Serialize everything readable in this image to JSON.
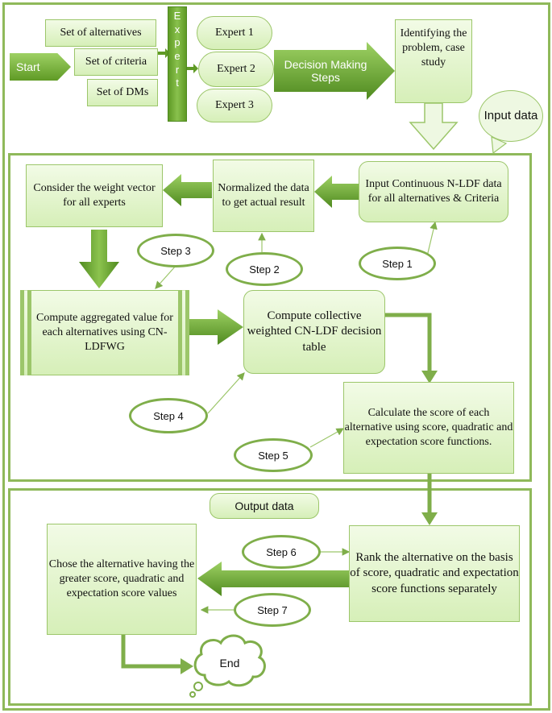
{
  "top": {
    "start": "Start",
    "inputs": [
      "Set of alternatives",
      "Set of criteria",
      "Set of DMs"
    ],
    "expert_bar_letters": [
      "E",
      "x",
      "p",
      "e",
      "r",
      "t"
    ],
    "experts": [
      "Expert 1",
      "Expert 2",
      "Expert 3"
    ],
    "decision_steps": "Decision Making Steps",
    "identify": "Identifying the problem, case study",
    "input_data": "Input data"
  },
  "middle": {
    "input_ldf": "Input Continuous N-LDF data for all alternatives & Criteria",
    "normalize": "Normalized the data to get actual result",
    "weight": "Consider the weight vector for all experts",
    "aggregate": "Compute aggregated value for each alternatives using CN-LDFWG",
    "collective": "Compute collective weighted CN-LDF decision table",
    "score": "Calculate the score of each alternative using score, quadratic and expectation score functions.",
    "steps": [
      "Step 1",
      "Step 2",
      "Step 3",
      "Step 4",
      "Step 5"
    ]
  },
  "bottom": {
    "output_data": "Output data",
    "rank": "Rank the alternative on the basis of score, quadratic and expectation score functions separately",
    "choose": "Chose the alternative having the greater score, quadratic and expectation score values",
    "end": "End",
    "steps": [
      "Step 6",
      "Step 7"
    ]
  },
  "colors": {
    "frame": "#8fb95a",
    "arrow_dark": "#5f9a25",
    "arrow_light": "#9fd065",
    "box_fill": "#e4f5cf"
  }
}
